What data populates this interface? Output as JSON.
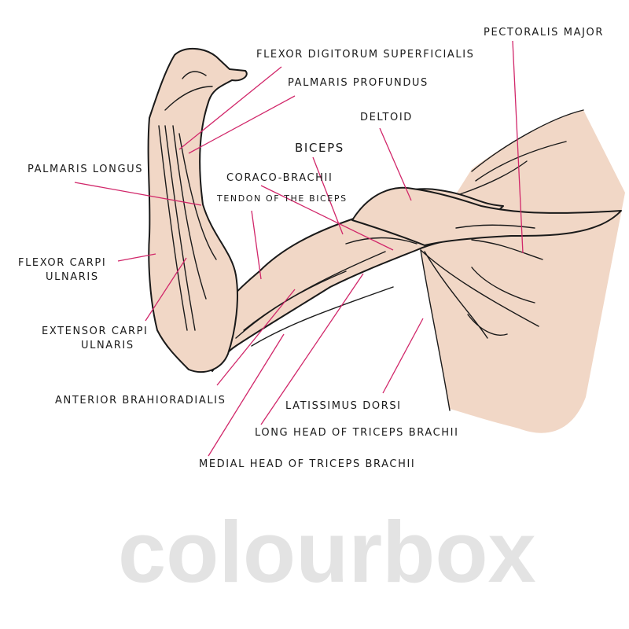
{
  "watermark": "colourbox",
  "colors": {
    "skin": "#f1d7c6",
    "leader": "#d1276a",
    "outline": "#1a1a1a"
  },
  "labels": {
    "pectoralis_major": "PECTORALIS MAJOR",
    "flexor_digitorum": "FLEXOR DIGITORUM SUPERFICIALIS",
    "palmaris_profundus": "PALMARIS PROFUNDUS",
    "deltoid": "DELTOID",
    "biceps": "BICEPS",
    "coraco_brachii": "CORACO-BRACHII",
    "tendon_biceps": "TENDON OF THE BICEPS",
    "palmaris_longus": "PALMARIS LONGUS",
    "flexor_carpi_1": "FLEXOR CARPI",
    "flexor_carpi_2": "ULNARIS",
    "extensor_carpi_1": "EXTENSOR CARPI",
    "extensor_carpi_2": "ULNARIS",
    "anterior_brahioradialis": "ANTERIOR BRAHIORADIALIS",
    "latissimus_dorsi": "LATISSIMUS DORSI",
    "long_head_triceps": "LONG HEAD OF TRICEPS BRACHII",
    "medial_head_triceps": "MEDIAL HEAD OF TRICEPS BRACHII"
  }
}
